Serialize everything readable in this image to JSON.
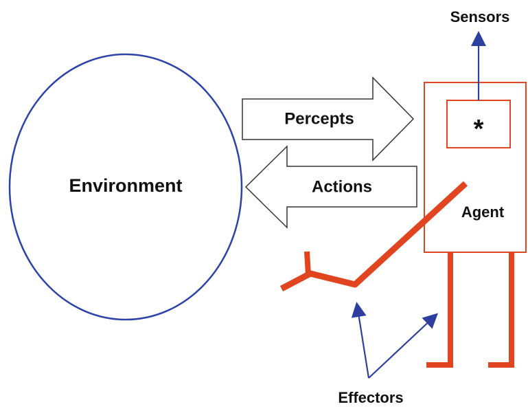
{
  "labels": {
    "environment": "Environment",
    "percepts": "Percepts",
    "actions": "Actions",
    "agent": "Agent",
    "sensor_symbol": "*",
    "sensors": "Sensors",
    "effectors": "Effectors"
  },
  "colors": {
    "environment_stroke": "#2b43a8",
    "agent_red": "#e0451f",
    "pointer_blue": "#2c3f9e",
    "arrow_stroke": "#333333",
    "text": "#111111"
  },
  "icons": {
    "percepts_arrow": "right-block-arrow",
    "actions_arrow": "left-block-arrow",
    "sensors_arrow": "up-arrow",
    "effector_pointers": "up-arrow"
  }
}
